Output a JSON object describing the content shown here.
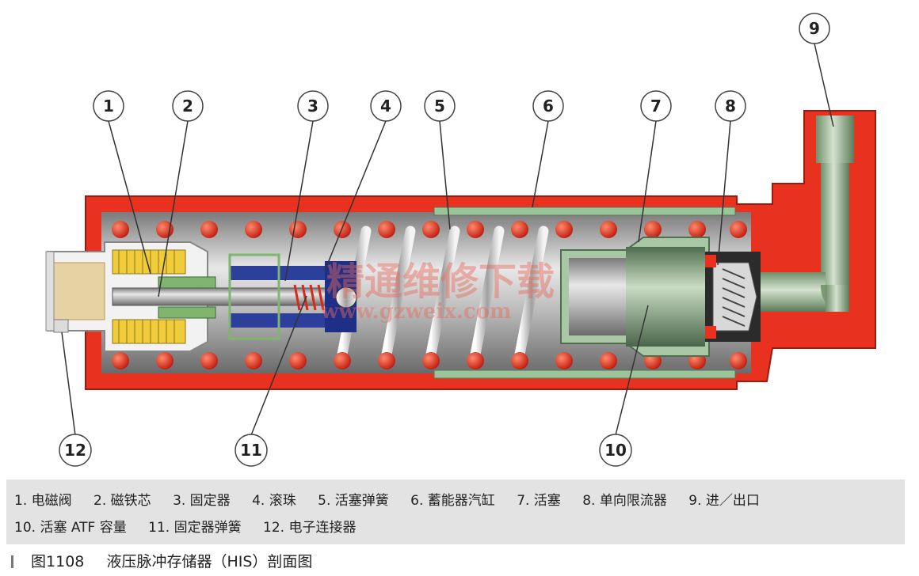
{
  "callouts": [
    "1",
    "2",
    "3",
    "4",
    "5",
    "6",
    "7",
    "8",
    "9",
    "10",
    "11",
    "12"
  ],
  "watermark": {
    "cn": "精通维修下载",
    "url": "www.gzweix.com"
  },
  "legend": {
    "items": [
      "1. 电磁阀",
      "2. 磁铁芯",
      "3. 固定器",
      "4. 滚珠",
      "5. 活塞弹簧",
      "6. 蓄能器汽缸",
      "7. 活塞",
      "8. 单向限流器",
      "9. 进／出口",
      "10. 活塞 ATF 容量",
      "11. 固定器弹簧",
      "12. 电子连接器"
    ]
  },
  "caption": {
    "figure": "图1108",
    "title": "液压脉冲存储器（HIS）剖面图"
  },
  "colors": {
    "housing": "#e8311f",
    "metal": "#c4c4c4",
    "spring": "#d8281c",
    "piston": "#8fb88f",
    "winding": "#f0cc3a"
  }
}
